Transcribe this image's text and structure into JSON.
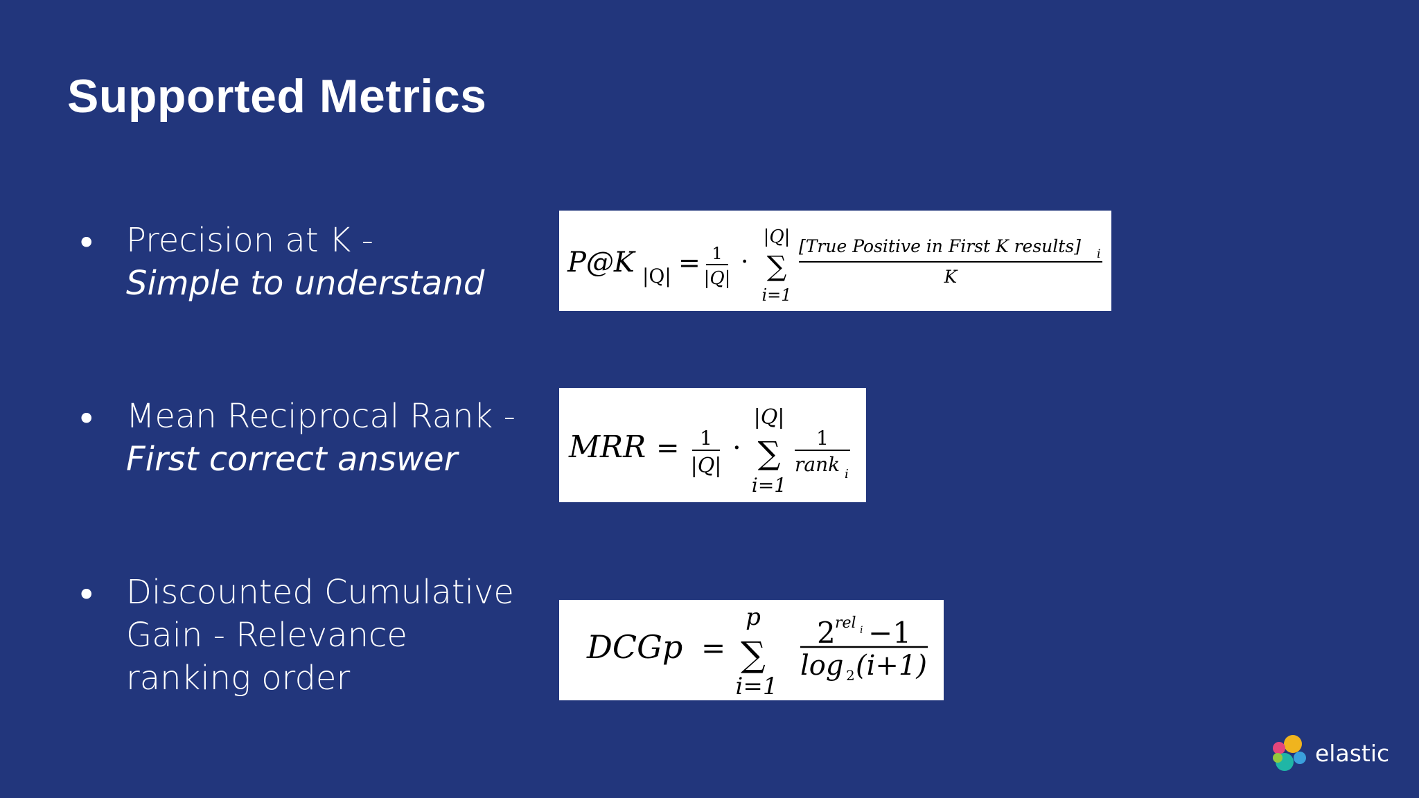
{
  "slide": {
    "title": "Supported Metrics"
  },
  "metrics": [
    {
      "name": "Precision at K -",
      "description": "Simple to understand",
      "formula": {
        "lhs": "P@K",
        "lhs_sub": "|Q|",
        "equals": "=",
        "frac1_num": "1",
        "frac1_den": "|Q|",
        "dot": "·",
        "sum_upper": "|Q|",
        "sum_lower": "i=1",
        "sum": "∑",
        "frac2_num": "[True Positive in First K results]",
        "frac2_num_sub": "i",
        "frac2_den": "K"
      }
    },
    {
      "name": "Mean Reciprocal Rank -",
      "description": "First correct answer",
      "formula": {
        "lhs": "MRR",
        "equals": "=",
        "frac1_num": "1",
        "frac1_den": "|Q|",
        "dot": "·",
        "sum_upper": "|Q|",
        "sum_lower": "i=1",
        "sum": "∑",
        "frac2_num": "1",
        "frac2_den": "rank",
        "frac2_den_sub": "i"
      }
    },
    {
      "name_lines": [
        "Discounted Cumulative",
        "Gain - Relevance",
        "ranking order"
      ],
      "formula": {
        "lhs": "DCGp",
        "equals": "=",
        "sum_upper": "p",
        "sum_lower": "i=1",
        "sum": "∑",
        "num_base": "2",
        "num_exp": "rel",
        "num_exp_sub": "i",
        "num_tail": "−1",
        "den_log": "log",
        "den_log_sub": "2",
        "den_arg": "(i+1)"
      }
    }
  ],
  "bullet_char": "•",
  "brand": {
    "logo_text": "elastic",
    "colors": [
      "#f0b41e",
      "#e5467b",
      "#1fb6a6",
      "#3aa0dc",
      "#93c93e"
    ]
  }
}
